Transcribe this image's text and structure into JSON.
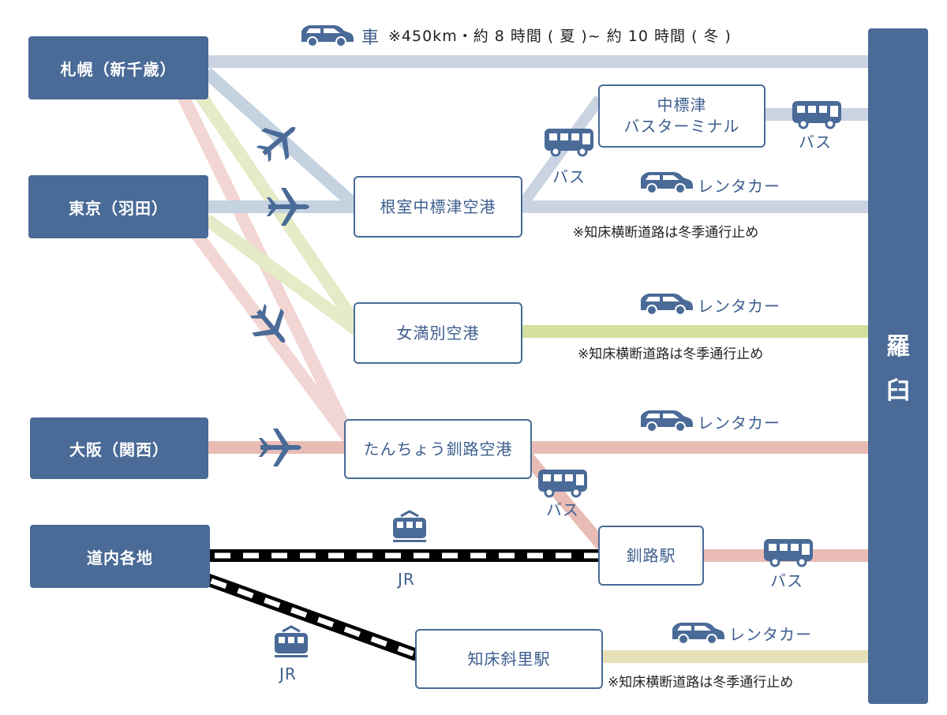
{
  "colors": {
    "box": "#4a6a97",
    "car_route": "#c9d3e1",
    "sapporo_air": "#c5d2e0",
    "tokyo_air": "#e4ebc6",
    "osaka_air": "#f2d6d3",
    "kushiro_route": "#e8bcb5",
    "memanbetsu_route": "#d3df9a",
    "shiretoko_route": "#e8e0b8",
    "rail": "#000000"
  },
  "origins": [
    {
      "id": "sapporo",
      "label": "札幌（新千歳）"
    },
    {
      "id": "tokyo",
      "label": "東京（羽田）"
    },
    {
      "id": "osaka",
      "label": "大阪（関西）"
    },
    {
      "id": "dounai",
      "label": "道内各地"
    }
  ],
  "hubs": {
    "nakashibetsu_bt": [
      "中標津",
      "バスターミナル"
    ],
    "nakashibetsu_airport": "根室中標津空港",
    "memanbetsu_airport": "女満別空港",
    "kushiro_airport": "たんちょう釧路空港",
    "kushiro_station": "釧路駅",
    "shiretoko_shari_station": "知床斜里駅"
  },
  "destination": [
    "羅",
    "臼"
  ],
  "car_route": {
    "label": "車",
    "detail": "※450km・約 8 時間 ( 夏 )~ 約 10 時間 ( 冬 )"
  },
  "mode_labels": {
    "bus": "バス",
    "rental_car": "レンタカー",
    "jr": "JR"
  },
  "notes": {
    "winter_closure": "※知床横断道路は冬季通行止め"
  },
  "icons": [
    "car-icon",
    "airplane-icon",
    "bus-icon",
    "train-icon"
  ]
}
